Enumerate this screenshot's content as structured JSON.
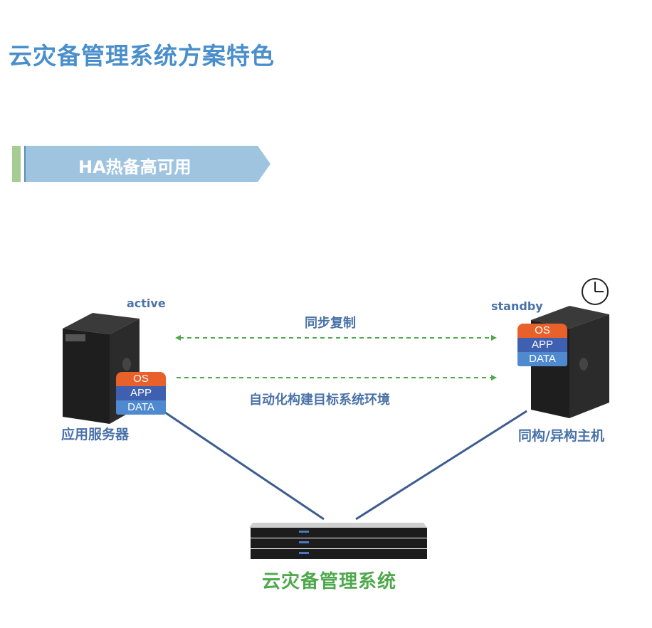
{
  "page_title": "云灾备管理系统方案特色",
  "section": {
    "banner": "HA热备高可用",
    "colors": {
      "banner": "#9fc4e0",
      "accent": "#a6cc94"
    }
  },
  "diagram": {
    "active_label": "active",
    "standby_label": "standby",
    "sync_label": "同步复制",
    "auto_build_label": "自动化构建目标系统环境",
    "left_server_label": "应用服务器",
    "right_server_label": "同构/异构主机",
    "management_label": "云灾备管理系统",
    "left_stack": {
      "os": "OS",
      "app": "APP",
      "data": "DATA"
    },
    "right_stack": {
      "os": "OS",
      "app": "APP",
      "data": "DATA"
    }
  }
}
